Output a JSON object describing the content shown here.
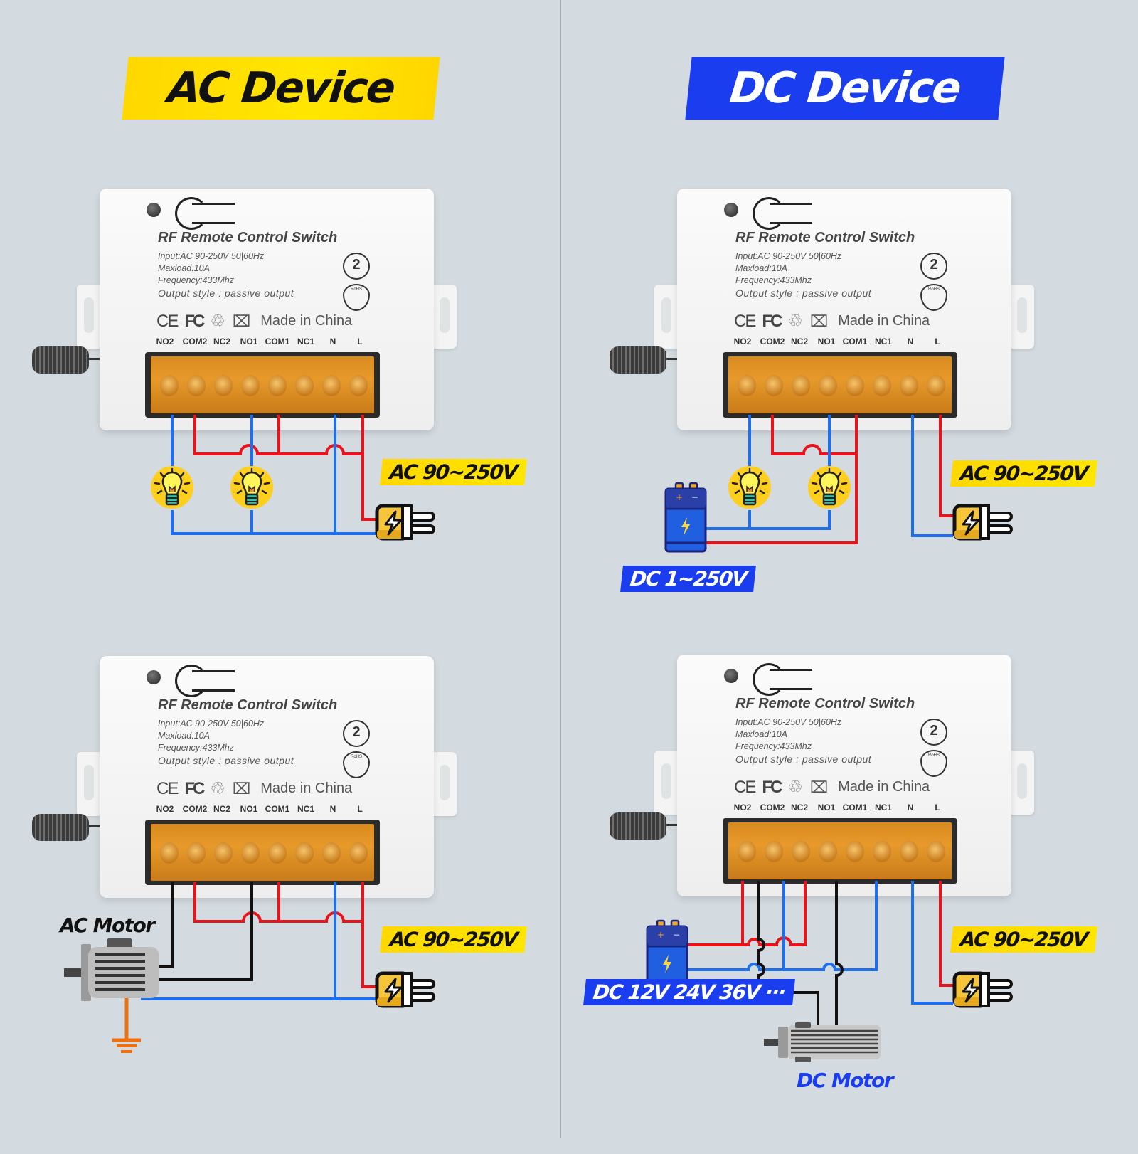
{
  "headers": {
    "ac": "AC Device",
    "dc": "DC Device"
  },
  "colors": {
    "ac_banner": "#ffd800",
    "dc_banner": "#1a3df0",
    "live_wire": "#e8141c",
    "neutral_wire": "#1e6ff0",
    "motor_wire": "#111111",
    "ground_wire": "#f07010",
    "background": "#d3dbe0"
  },
  "device": {
    "title": "RF Remote Control Switch",
    "specs": [
      "Input:AC 90-250V 50|60Hz",
      "Maxload:10A",
      "Frequency:433Mhz",
      "Output style : passive output"
    ],
    "channel_badge": "2",
    "rohs_badge": "RoHS",
    "certs": {
      "ce": "CE",
      "fc": "FC",
      "recycle": "♲",
      "weee": "⌧"
    },
    "made_in": "Made in China",
    "terminals": [
      "NO2",
      "COM2",
      "NC2",
      "NO1",
      "COM1",
      "NC1",
      "N",
      "L"
    ]
  },
  "panels": {
    "ac_lamps": {
      "supply_label": "AC 90~250V",
      "loads": [
        "light-bulb",
        "light-bulb"
      ]
    },
    "dc_lamps": {
      "supply_label": "AC 90~250V",
      "dc_label": "DC 1~250V",
      "loads": [
        "light-bulb",
        "light-bulb"
      ]
    },
    "ac_motor": {
      "supply_label": "AC 90~250V",
      "motor_label": "AC Motor"
    },
    "dc_motor": {
      "supply_label": "AC 90~250V",
      "dc_label": "DC 12V 24V 36V ···",
      "motor_label": "DC Motor"
    }
  }
}
